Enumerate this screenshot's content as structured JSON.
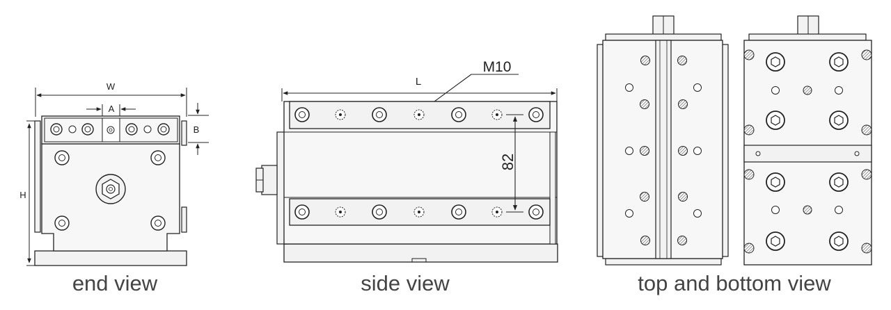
{
  "views": {
    "end": {
      "caption": "end view"
    },
    "side": {
      "caption": "side view"
    },
    "top_bottom": {
      "caption": "top and bottom view"
    }
  },
  "dimensions": {
    "width_label": "W",
    "slot_label": "A",
    "height_label": "H",
    "jaw_height_label": "B",
    "length_label": "L",
    "thread_label": "M10",
    "hole_spacing_label": "82"
  },
  "colors": {
    "outline": "#222222",
    "body_fill": "#f2f2f2",
    "face_fill": "#f7f7f7",
    "hatch": "#777777"
  }
}
